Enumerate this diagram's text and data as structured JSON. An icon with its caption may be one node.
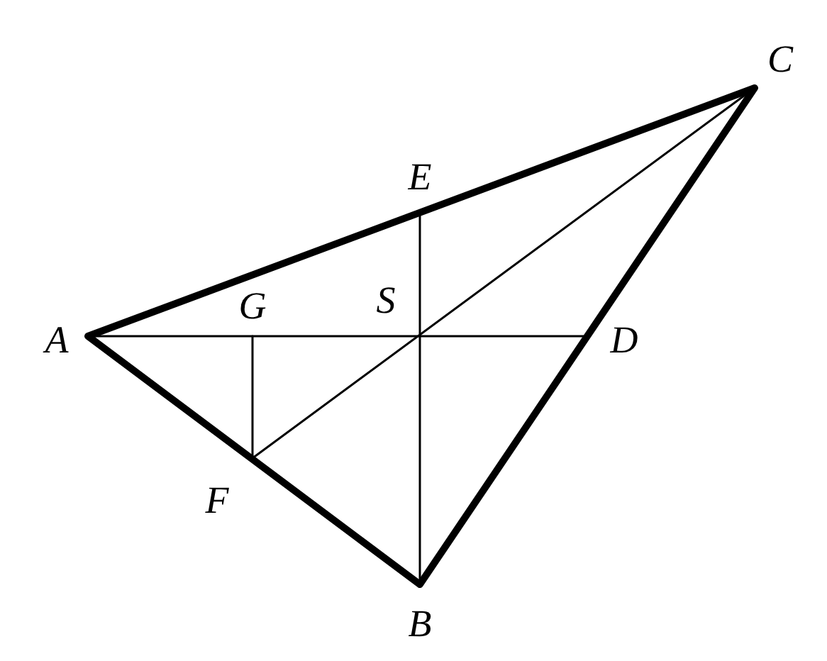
{
  "diagram": {
    "labels": [
      "C",
      "E",
      "A",
      "G",
      "S",
      "D",
      "F",
      "B"
    ]
  }
}
